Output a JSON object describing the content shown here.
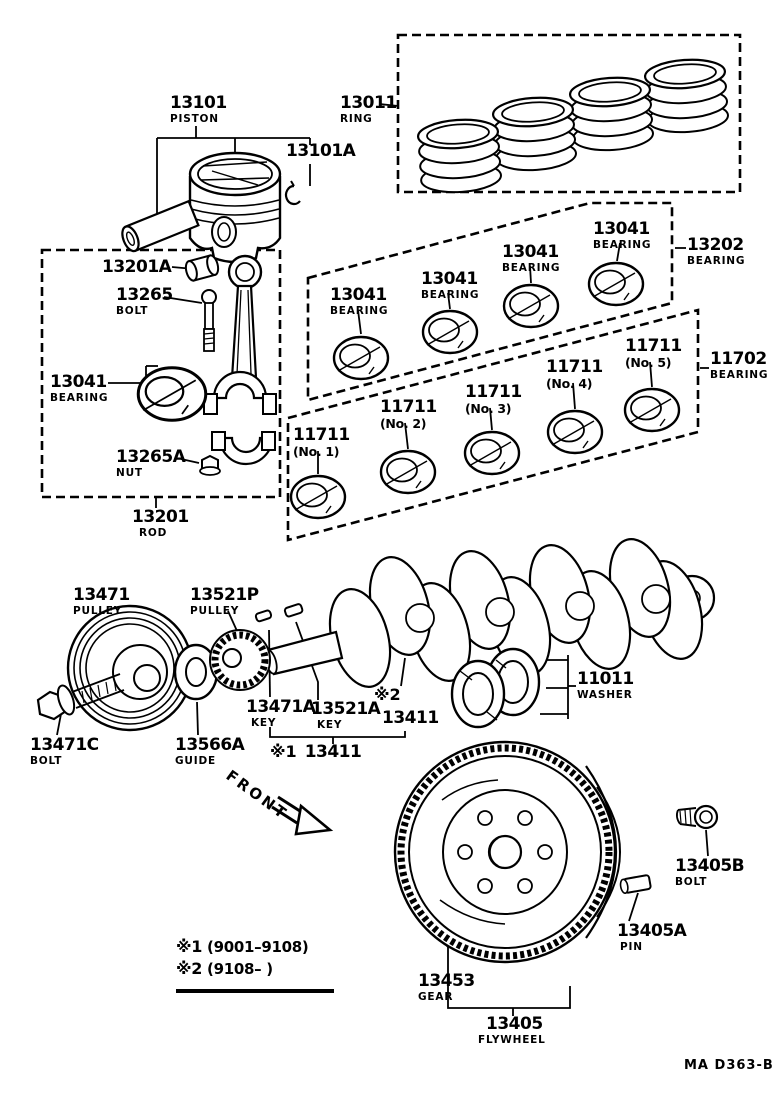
{
  "document": {
    "code": "MA  D363-B"
  },
  "front_indicator": {
    "label": "FRONT"
  },
  "notes": {
    "note1": {
      "symbol": "※1",
      "range": "(9001–9108)"
    },
    "note2": {
      "symbol": "※2",
      "range": "(9108–        )"
    }
  },
  "parts": {
    "piston": {
      "number": "13101",
      "name": "PISTON"
    },
    "piston_pin_clip": {
      "number": "13101A"
    },
    "ring_set": {
      "number": "13011",
      "name": "RING"
    },
    "conrod_bushing": {
      "number": "13201A"
    },
    "conrod_bolt": {
      "number": "13265",
      "name": "BOLT"
    },
    "conrod_bearing": {
      "number": "13041",
      "name": "BEARING"
    },
    "conrod_nut": {
      "number": "13265A",
      "name": "NUT"
    },
    "conrod": {
      "number": "13201",
      "name": "ROD"
    },
    "upper_bearing_set": {
      "number": "13202",
      "name": "BEARING"
    },
    "lower_bearing_set": {
      "number": "11702",
      "name": "BEARING"
    },
    "main_bearing_1": {
      "number": "11711",
      "name": "(No. 1)"
    },
    "main_bearing_2": {
      "number": "11711",
      "name": "(No. 2)"
    },
    "main_bearing_3": {
      "number": "11711",
      "name": "(No. 3)"
    },
    "main_bearing_4": {
      "number": "11711",
      "name": "(No. 4)"
    },
    "main_bearing_5": {
      "number": "11711",
      "name": "(No. 5)"
    },
    "crank_pulley": {
      "number": "13471",
      "name": "PULLEY"
    },
    "timing_pulley": {
      "number": "13521P",
      "name": "PULLEY"
    },
    "pulley_key": {
      "number": "13471A",
      "name": "KEY"
    },
    "timing_key": {
      "number": "13521A",
      "name": "KEY"
    },
    "crankshaft_note2": {
      "symbol": "※2",
      "number": "13411"
    },
    "crankshaft_note1": {
      "symbol": "※1",
      "number": "13411"
    },
    "thrust_washer": {
      "number": "11011",
      "name": "WASHER"
    },
    "pulley_bolt": {
      "number": "13471C",
      "name": "BOLT"
    },
    "guide": {
      "number": "13566A",
      "name": "GUIDE"
    },
    "flywheel_bolt": {
      "number": "13405B",
      "name": "BOLT"
    },
    "flywheel_pin": {
      "number": "13405A",
      "name": "PIN"
    },
    "ring_gear": {
      "number": "13453",
      "name": "GEAR"
    },
    "flywheel": {
      "number": "13405",
      "name": "FLYWHEEL"
    }
  }
}
